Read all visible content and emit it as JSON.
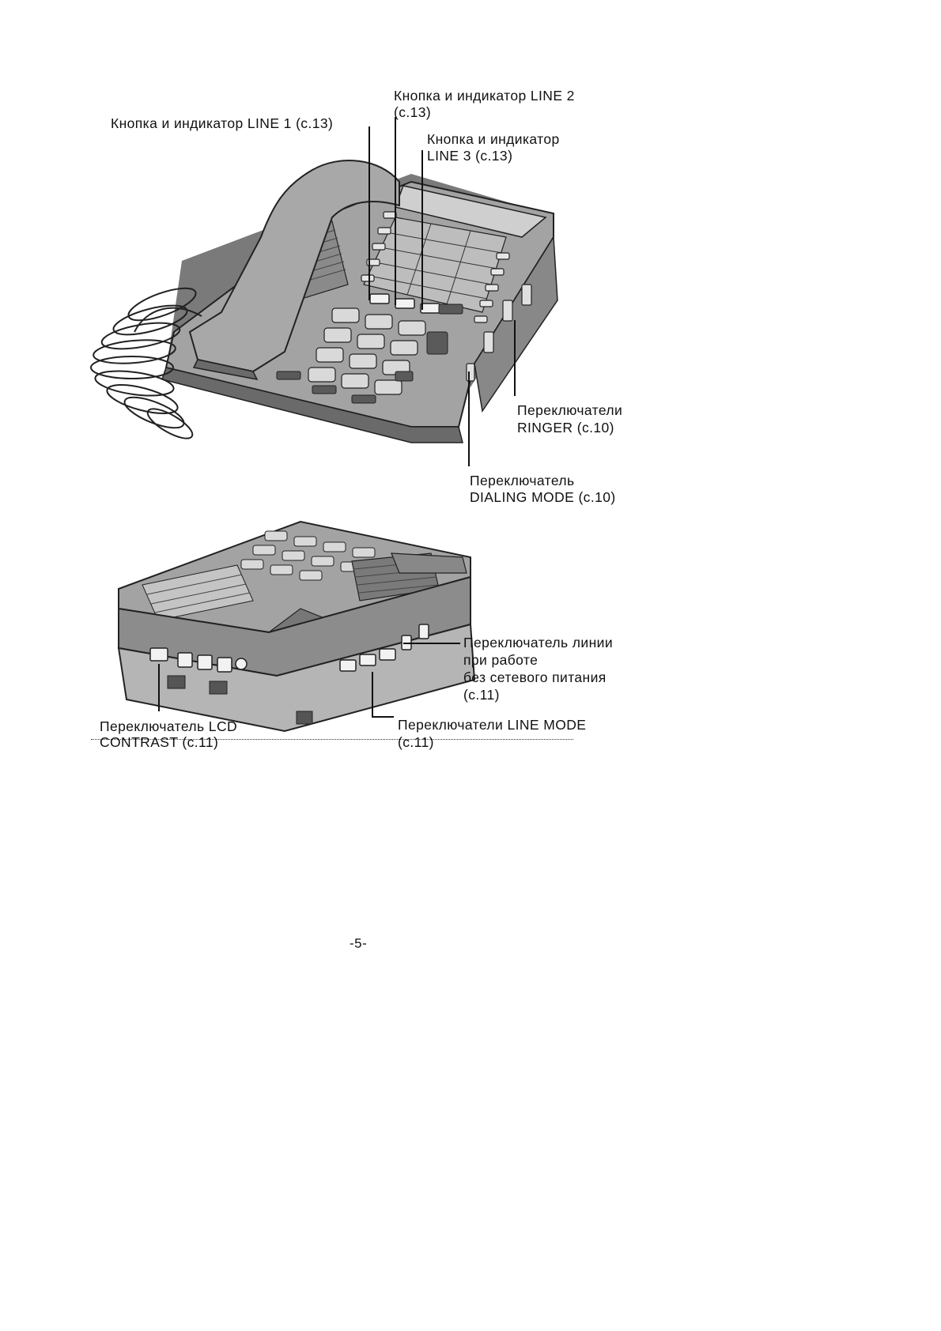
{
  "labels": {
    "line2_line1": "Кнопка и индикатор LINE 2",
    "line2_line2": "(с.13)",
    "line1": "Кнопка и индикатор LINE 1 (с.13)",
    "line3_line1": "Кнопка и индикатор",
    "line3_line2": "LINE 3 (с.13)",
    "ringer_line1": "Переключатели",
    "ringer_line2": "RINGER (с.10)",
    "dialing_line1": "Переключатель",
    "dialing_line2": "DIALING MODE (с.10)",
    "power_line1": "Переключатель линии",
    "power_line2": "при работе",
    "power_line3": "без сетевого питания",
    "power_line4": "(с.11)",
    "lcd_line1": "Переключатель LCD",
    "lcd_line2": "CONTRAST (с.11)",
    "linemode_line1": "Переключатели LINE MODE",
    "linemode_line2": "(с.11)"
  },
  "page_number": "-5-",
  "colors": {
    "ink": "#111111",
    "body_gray": "#9c9c9c",
    "dark_gray": "#6e6e6e",
    "light_gray": "#c8c8c8"
  }
}
